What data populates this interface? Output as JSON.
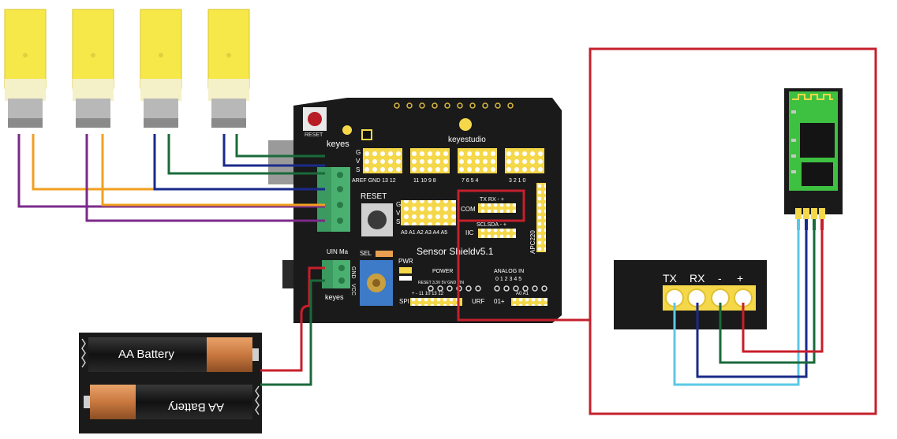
{
  "shield": {
    "brand_top": "keyestudio",
    "brand_left": "keyes",
    "brand_bottom": "keyes",
    "title": "Sensor Shieldv5.1",
    "reset_small": "RESET",
    "reset_label": "RESET",
    "aref_row": "AREF GND 13 12",
    "digital_a": "11 10 9 8",
    "digital_b": "7 6 5 4",
    "digital_c": "3 2 1 0",
    "g": "G",
    "v": "V",
    "s": "S",
    "analog_row": "A0 A1 A2 A3 A4 A5",
    "com_label": "COM",
    "com_pins": "TX RX  -  +",
    "iic_label": "IIC",
    "iic_pins": "SCLSDA -  +",
    "apc": "APC220",
    "uin": "UIN Ma",
    "sel": "SEL",
    "pwr": "PWR",
    "gnd": "GND",
    "vcc": "VCC",
    "power_label": "POWER",
    "power_pins": "RESET 3.3V 5V GND VIN",
    "analog_label": "ANALOG   IN",
    "analog_pins": "0 1 2 3 4 5",
    "bottom_a": "+  -  11 10 13 12",
    "spi": "SPI",
    "urf": "URF",
    "a0a1": "A0 A1",
    "bottom_b": "01+"
  },
  "battery": {
    "top_label": "AA Battery",
    "bottom_label": "AA Battery"
  },
  "bt_pins": {
    "tx": "TX",
    "rx": "RX",
    "minus": "-",
    "plus": "+"
  },
  "colors": {
    "motor_yellow": "#f7e84a",
    "shield_black": "#1a1a1a",
    "header_yellow": "#f5d84a",
    "wire_orange": "#f0a020",
    "wire_purple": "#7a2a8a",
    "wire_blue": "#1a2a8a",
    "wire_green": "#1a6a3a",
    "wire_red": "#c81e2a",
    "wire_light_blue": "#5ac8e6",
    "highlight_red": "#c4202c",
    "bt_green": "#3ec040"
  }
}
